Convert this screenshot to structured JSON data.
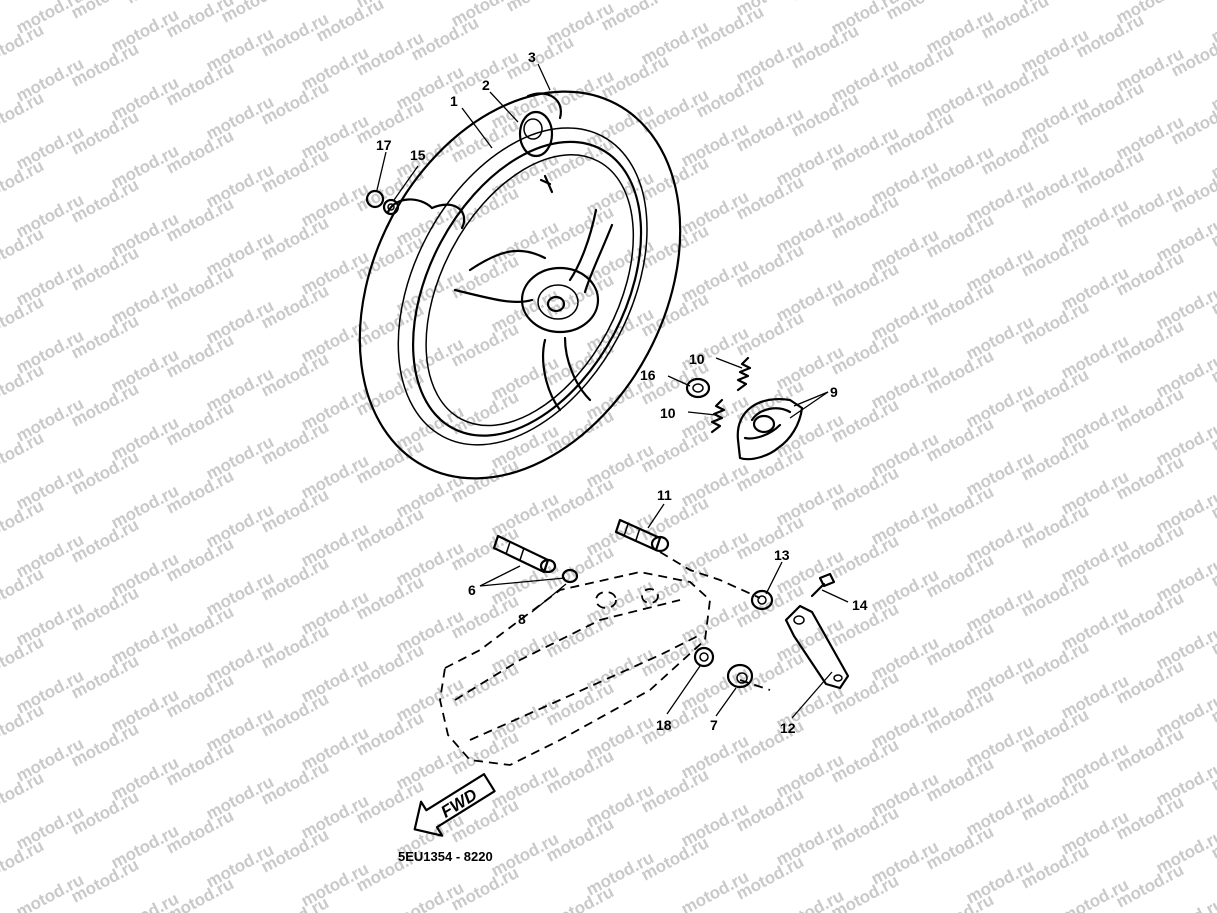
{
  "watermark_text": "motod.ru",
  "diagram_code": "5EU1354 - 8220",
  "direction_arrow_label": "FWD",
  "callouts": {
    "c1": "1",
    "c2": "2",
    "c3": "3",
    "c6": "6",
    "c7": "7",
    "c8": "8",
    "c9": "9",
    "c10a": "10",
    "c10b": "10",
    "c11": "11",
    "c12": "12",
    "c13": "13",
    "c14": "14",
    "c15": "15",
    "c16": "16",
    "c17": "17",
    "c18": "18"
  }
}
